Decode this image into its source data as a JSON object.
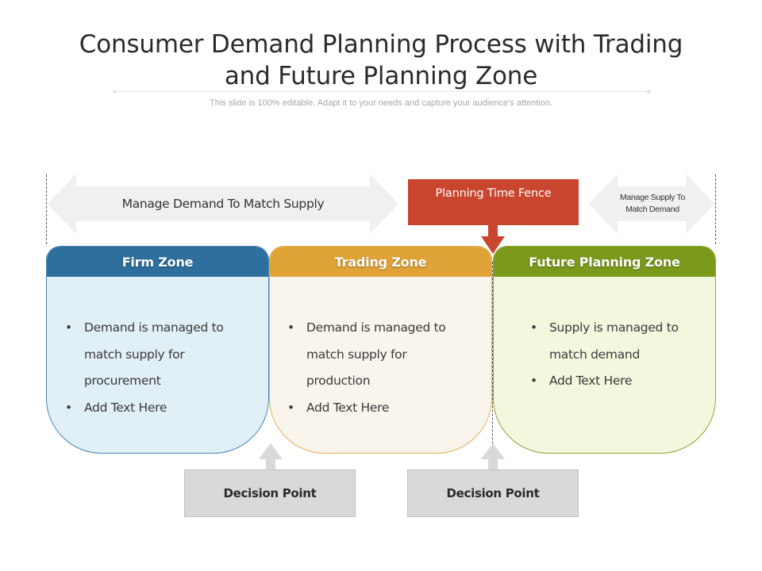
{
  "header": {
    "title_line1": "Consumer Demand Planning Process with Trading",
    "title_line2": "and Future Planning  Zone",
    "subtitle": "This slide is 100% editable. Adapt it to your needs and capture your audience's attention."
  },
  "arrows": {
    "manage_demand": "Manage Demand To Match Supply",
    "manage_supply_line1": "Manage Supply To",
    "manage_supply_line2": "Match Demand"
  },
  "time_fence": {
    "label": "Planning Time Fence",
    "color": "#c9452e"
  },
  "zones": [
    {
      "title": "Firm Zone",
      "header_color": "#2e6f9e",
      "body_color": "#e1eff6",
      "border_color": "#4a86b4",
      "bullets": [
        "Demand is managed to",
        "match supply for",
        "procurement",
        "Add Text Here"
      ]
    },
    {
      "title": "Trading Zone",
      "header_color": "#dfa338",
      "body_color": "#f9f4ec",
      "border_color": "#e0b15c",
      "bullets": [
        "Demand is managed to",
        "match supply for",
        "production",
        "Add Text Here"
      ]
    },
    {
      "title": "Future Planning Zone",
      "header_color": "#7b9a1c",
      "body_color": "#f1f8de",
      "border_color": "#8ea63a",
      "bullets": [
        "Supply is managed to",
        "match demand",
        "Add Text Here"
      ]
    }
  ],
  "decision_points": [
    "Decision Point",
    "Decision Point"
  ]
}
